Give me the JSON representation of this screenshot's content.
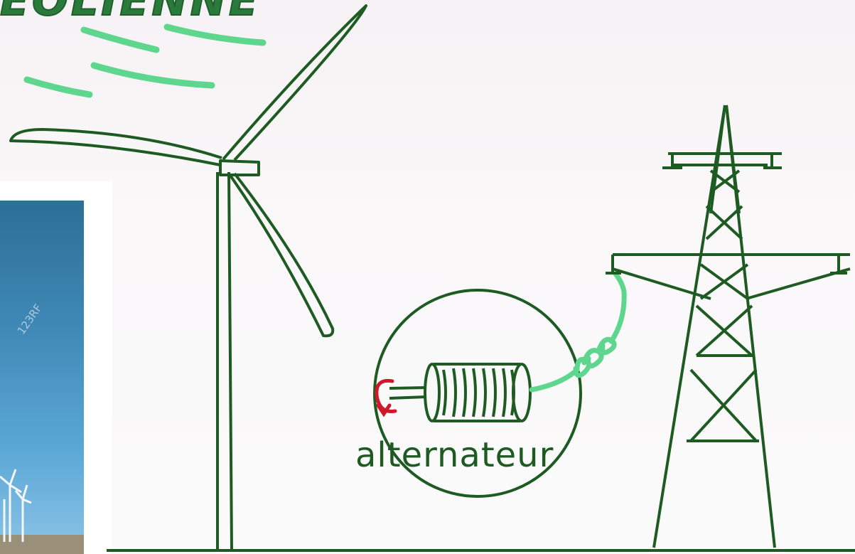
{
  "title": "ÉOLIENNE",
  "alternator_label": "alternateur",
  "photo_watermark": "123RF",
  "colors": {
    "ink": "#1e5b22",
    "wind": "#5fd68e",
    "arrow": "#d0182b",
    "sky": "#3f88b6"
  },
  "icons": {
    "turbine": "wind-turbine-icon",
    "pylon": "power-pylon-icon",
    "alternator": "alternator-icon"
  }
}
